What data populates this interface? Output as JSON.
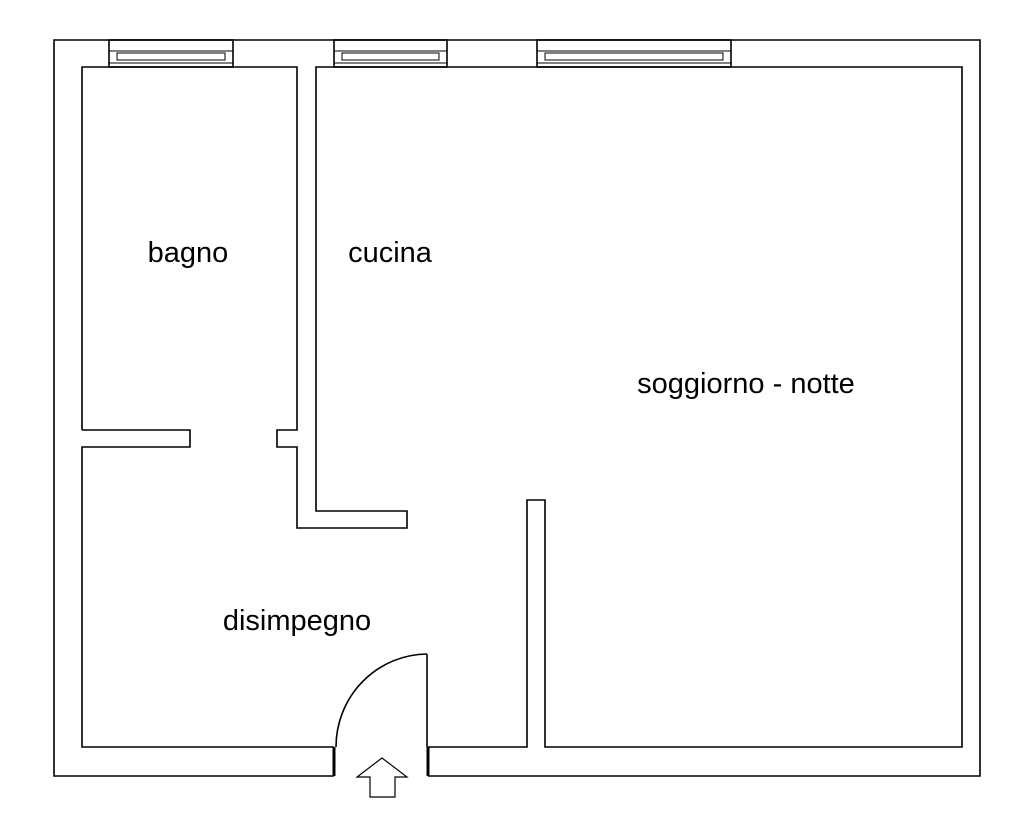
{
  "rooms": {
    "bagno": "bagno",
    "cucina": "cucina",
    "soggiorno": "soggiorno - notte",
    "disimpegno": "disimpegno"
  }
}
